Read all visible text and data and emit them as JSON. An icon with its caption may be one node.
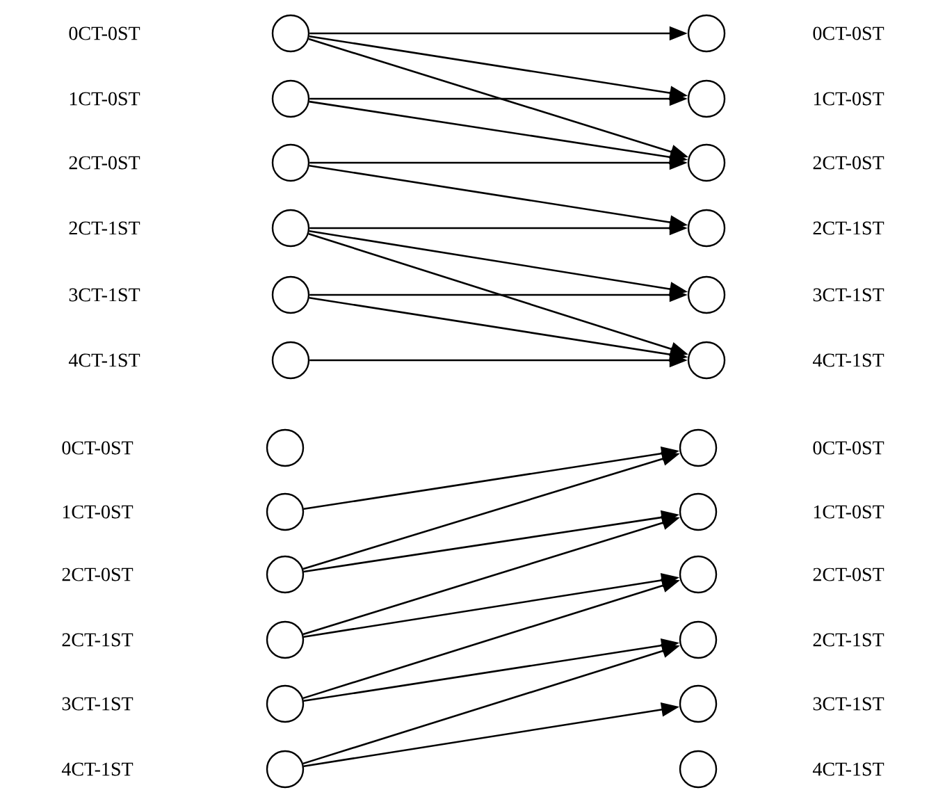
{
  "diagram": {
    "nodes": [
      {
        "text": [],
        "shape": "circle"
      },
      {
        "text": [],
        "shape": "circle"
      },
      {
        "text": [],
        "shape": "circle"
      },
      {
        "text": [],
        "shape": "circle"
      },
      {
        "text": [],
        "shape": "circle"
      },
      {
        "text": [],
        "shape": "circle"
      },
      {
        "text": [],
        "shape": "circle"
      },
      {
        "text": [],
        "shape": "circle"
      },
      {
        "text": [],
        "shape": "circle"
      },
      {
        "text": [],
        "shape": "circle"
      },
      {
        "text": [],
        "shape": "circle"
      },
      {
        "text": [],
        "shape": "circle"
      },
      {
        "text": [],
        "shape": "circle"
      },
      {
        "text": [],
        "shape": "circle"
      },
      {
        "text": [],
        "shape": "circle"
      },
      {
        "text": [],
        "shape": "circle"
      },
      {
        "text": [],
        "shape": "circle"
      },
      {
        "text": [],
        "shape": "circle"
      },
      {
        "text": [],
        "shape": "circle"
      },
      {
        "text": [],
        "shape": "circle"
      },
      {
        "text": [],
        "shape": "circle"
      },
      {
        "text": [],
        "shape": "circle"
      },
      {
        "text": [],
        "shape": "circle"
      },
      {
        "text": [],
        "shape": "circle"
      }
    ],
    "edges": [
      {
        "from": 0,
        "to": 6,
        "arrow": "to"
      },
      {
        "from": 0,
        "to": 7,
        "arrow": "to"
      },
      {
        "from": 0,
        "to": 8,
        "arrow": "to"
      },
      {
        "from": 1,
        "to": 7,
        "arrow": "to"
      },
      {
        "from": 1,
        "to": 8,
        "arrow": "to"
      },
      {
        "from": 2,
        "to": 8,
        "arrow": "to"
      },
      {
        "from": 2,
        "to": 9,
        "arrow": "to"
      },
      {
        "from": 3,
        "to": 9,
        "arrow": "to"
      },
      {
        "from": 3,
        "to": 10,
        "arrow": "to"
      },
      {
        "from": 3,
        "to": 11,
        "arrow": "to"
      },
      {
        "from": 4,
        "to": 10,
        "arrow": "to"
      },
      {
        "from": 4,
        "to": 11,
        "arrow": "to"
      },
      {
        "from": 5,
        "to": 11,
        "arrow": "to"
      },
      {
        "from": 13,
        "to": 18,
        "arrow": "to"
      },
      {
        "from": 14,
        "to": 18,
        "arrow": "to"
      },
      {
        "from": 14,
        "to": 19,
        "arrow": "to"
      },
      {
        "from": 15,
        "to": 19,
        "arrow": "to"
      },
      {
        "from": 15,
        "to": 20,
        "arrow": "to"
      },
      {
        "from": 16,
        "to": 20,
        "arrow": "to"
      },
      {
        "from": 16,
        "to": 21,
        "arrow": "to"
      },
      {
        "from": 17,
        "to": 21,
        "arrow": "to"
      },
      {
        "from": 17,
        "to": 22,
        "arrow": "to"
      }
    ],
    "labels": [
      "0CT-0ST",
      "0CT-0ST",
      "1CT-0ST",
      "1CT-0ST",
      "2CT-0ST",
      "2CT-0ST",
      "2CT-1ST",
      "2CT-1ST",
      "3CT-1ST",
      "3CT-1ST",
      "4CT-1ST",
      "4CT-1ST",
      "0CT-0ST",
      "0CT-0ST",
      "1CT-0ST",
      "1CT-0ST",
      "2CT-0ST",
      "2CT-0ST",
      "2CT-1ST",
      "2CT-1ST",
      "3CT-1ST",
      "3CT-1ST",
      "4CT-1ST",
      "4CT-1ST"
    ]
  }
}
